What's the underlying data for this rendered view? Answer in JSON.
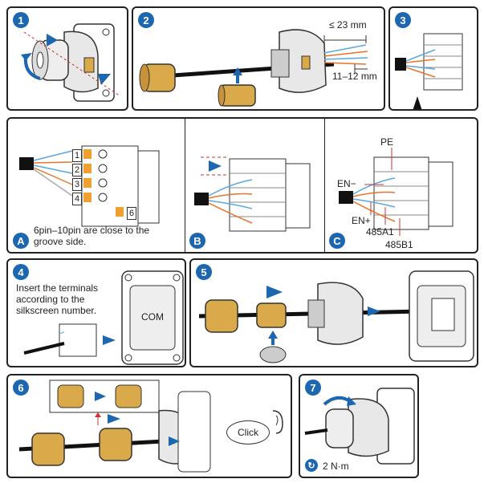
{
  "steps": [
    {
      "num": "1"
    },
    {
      "num": "2",
      "dim_strip": "≤ 23 mm",
      "dim_insulation": "11–12 mm"
    },
    {
      "num": "3"
    },
    {
      "num": "4",
      "instruction": "Insert the terminals according to the silkscreen number.",
      "module_label": "COM"
    },
    {
      "num": "5"
    },
    {
      "num": "6",
      "callout": "Click"
    },
    {
      "num": "7",
      "torque": "2 N·m"
    }
  ],
  "sub_panels": [
    {
      "letter": "A",
      "note": "6pin–10pin are close to the groove side.",
      "pin_labels": [
        "1",
        "2",
        "3",
        "4",
        "6"
      ]
    },
    {
      "letter": "B"
    },
    {
      "letter": "C",
      "labels": {
        "pe": "PE",
        "en_minus": "EN−",
        "en_plus": "EN+",
        "a1": "485A1",
        "b1": "485B1"
      }
    }
  ],
  "colors": {
    "accent_blue": "#1d66b0",
    "brass": "#d9a94a",
    "terminal_orange": "#f0a030",
    "wire_orange": "#e8742a",
    "wire_blue": "#5aa7e0"
  }
}
